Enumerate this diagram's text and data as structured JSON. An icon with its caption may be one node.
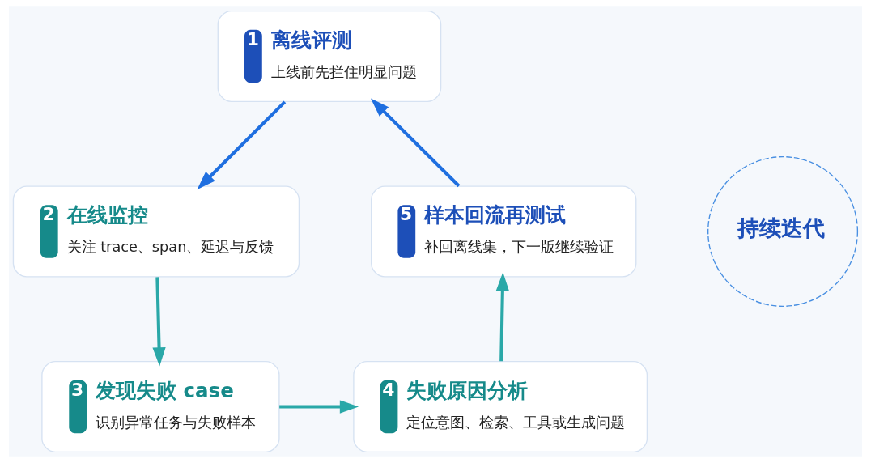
{
  "diagram": {
    "nodes": [
      {
        "text": [
          "1",
          "离线评测",
          "上线前先拦住明显问题"
        ]
      },
      {
        "text": [
          "2",
          "在线监控",
          "关注 trace、span、延迟与反馈"
        ]
      },
      {
        "text": [
          "3",
          "发现失败 case",
          "识别异常任务与失败样本"
        ]
      },
      {
        "text": [
          "4",
          "失败原因分析",
          "定位意图、检索、工具或生成问题"
        ]
      },
      {
        "text": [
          "5",
          "样本回流再测试",
          "补回离线集，下一版继续验证"
        ]
      },
      {
        "text": [
          "持续迭代"
        ]
      }
    ],
    "edges": [
      {
        "from": 0,
        "to": 1,
        "arrow": "to",
        "color": "#1f6fe0"
      },
      {
        "from": 1,
        "to": 2,
        "arrow": "to"
      },
      {
        "from": 2,
        "to": 3,
        "arrow": "to"
      },
      {
        "from": 3,
        "to": 4,
        "arrow": "to"
      },
      {
        "from": 4,
        "to": 0,
        "arrow": "to",
        "color": "#1f6fe0"
      }
    ]
  }
}
